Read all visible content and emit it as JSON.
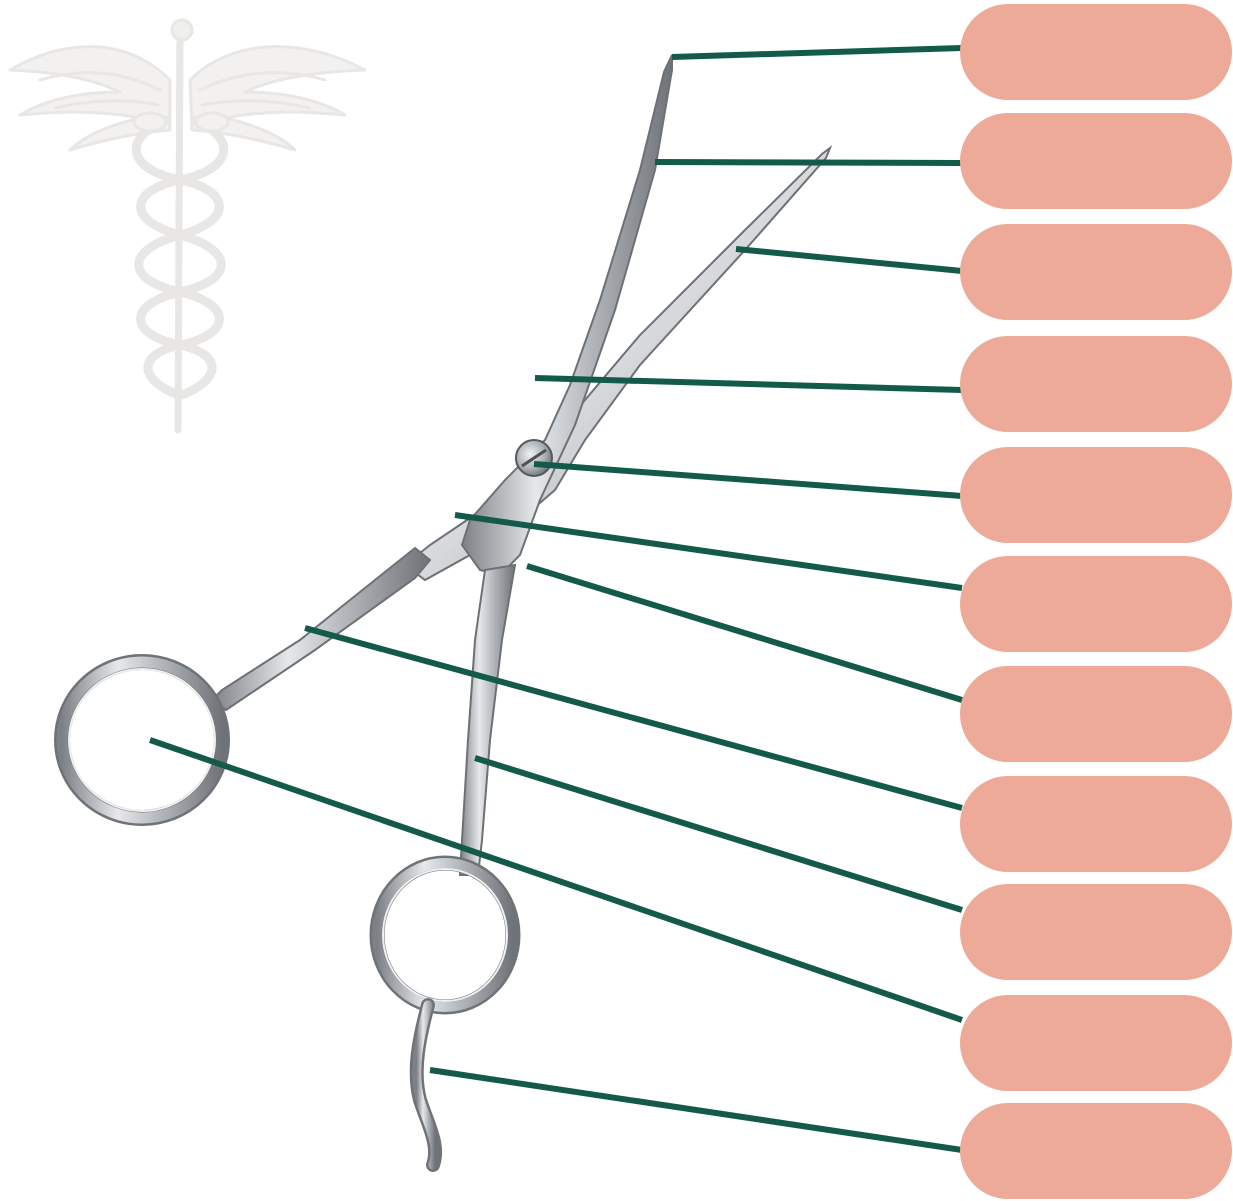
{
  "diagram": {
    "subject": "surgical-scissors",
    "colors": {
      "background": "#ffffff",
      "leader_line": "#135a4a",
      "label_box": "#eeaa98",
      "steel_light": "#e4e6e8",
      "steel_mid": "#b8bcc0",
      "steel_dark": "#7d8186",
      "emblem": "#ecebea"
    },
    "labels": [
      {
        "id": "label-1",
        "text": ""
      },
      {
        "id": "label-2",
        "text": ""
      },
      {
        "id": "label-3",
        "text": ""
      },
      {
        "id": "label-4",
        "text": ""
      },
      {
        "id": "label-5",
        "text": ""
      },
      {
        "id": "label-6",
        "text": ""
      },
      {
        "id": "label-7",
        "text": ""
      },
      {
        "id": "label-8",
        "text": ""
      },
      {
        "id": "label-9",
        "text": ""
      },
      {
        "id": "label-10",
        "text": ""
      },
      {
        "id": "label-11",
        "text": ""
      }
    ],
    "icons": [
      "caduceus-emblem",
      "surgical-scissors-illustration"
    ]
  }
}
